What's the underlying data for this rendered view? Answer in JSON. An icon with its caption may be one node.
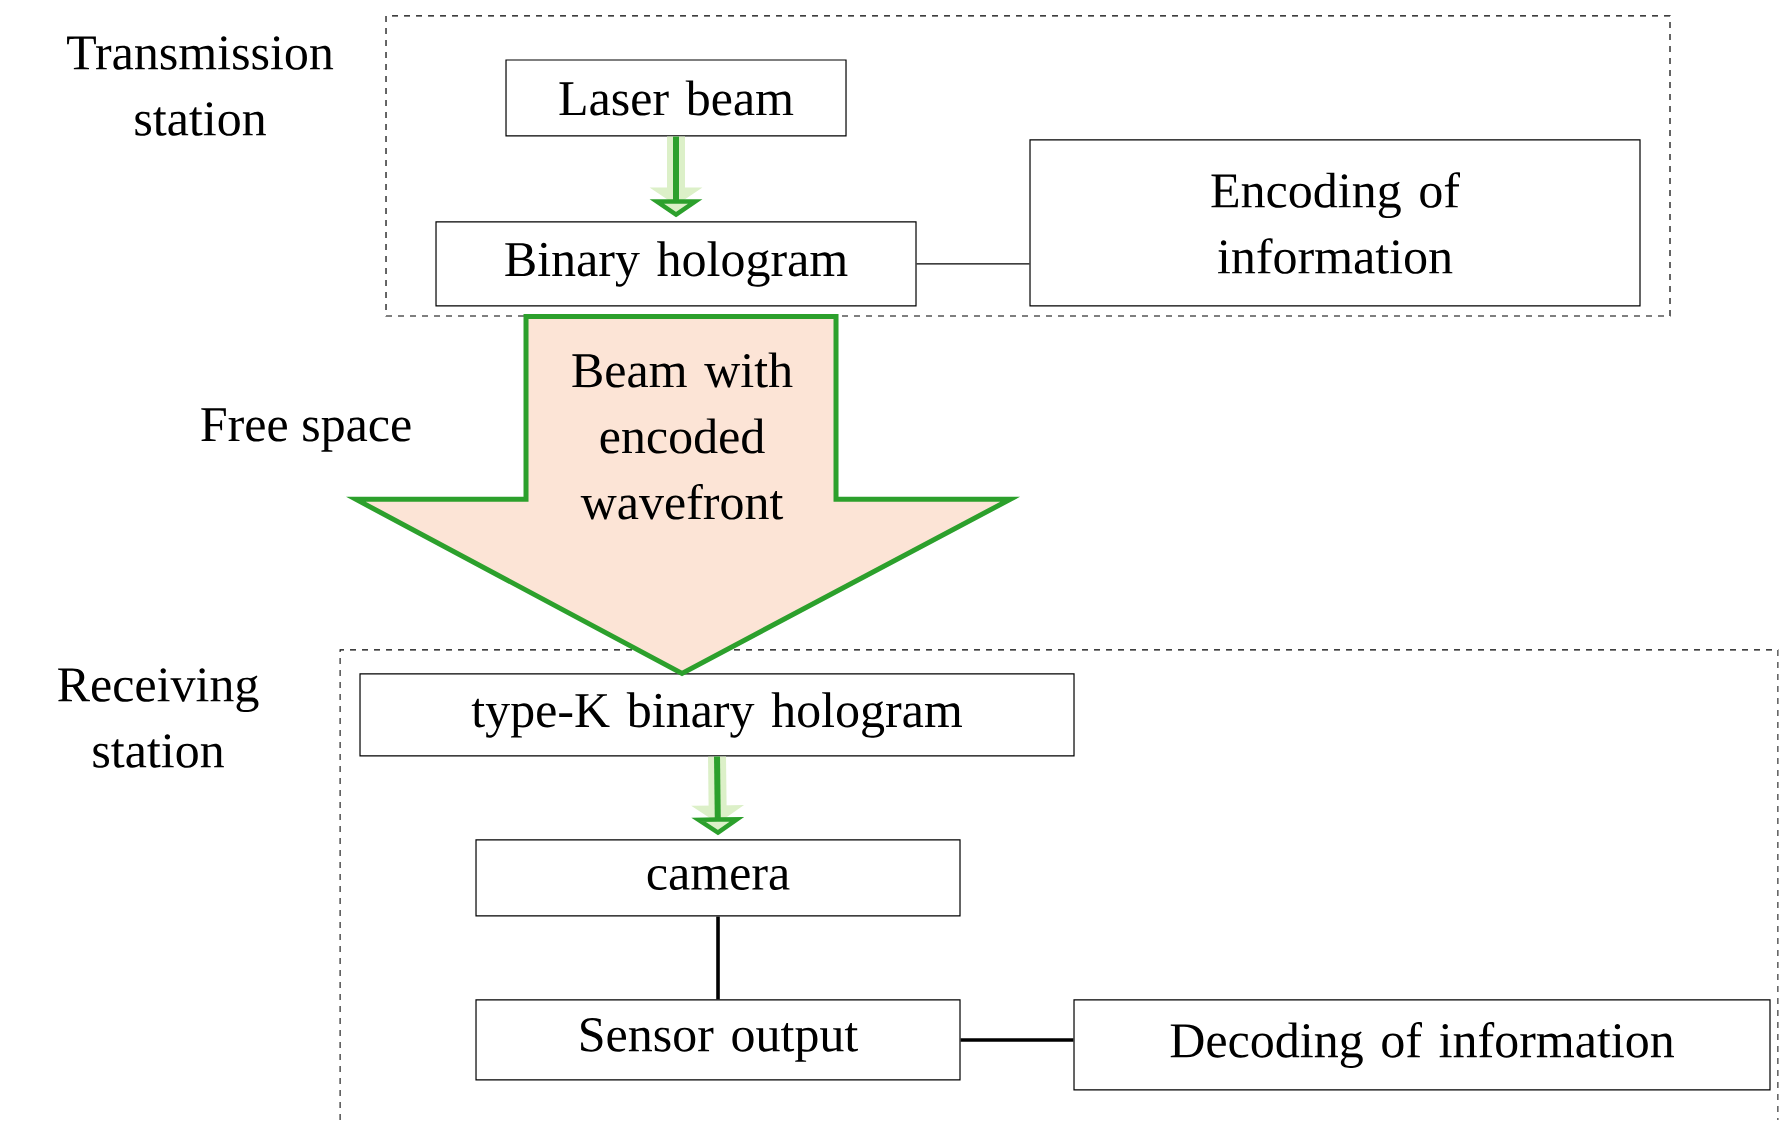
{
  "diagram": {
    "nodes": [
      {
        "text": [
          "Transmission station"
        ]
      },
      {
        "text": [
          "Laser beam"
        ],
        "in": 0
      },
      {
        "text": [
          "Binary hologram"
        ],
        "in": 0
      },
      {
        "text": [
          "Encoding of information"
        ],
        "in": 0
      },
      {
        "text": [
          "Receiving station"
        ]
      },
      {
        "text": [
          "type-K binary hologram"
        ],
        "in": 4
      },
      {
        "text": [
          "camera"
        ],
        "in": 4
      },
      {
        "text": [
          "Sensor output"
        ],
        "in": 4
      },
      {
        "text": [
          "Decoding of information"
        ],
        "in": 4
      }
    ],
    "edges": [
      {
        "from": 1,
        "to": 2,
        "arrow": "to",
        "color": "#2ca02c"
      },
      {
        "from": 2,
        "to": 3,
        "arrow": "none"
      },
      {
        "from": 2,
        "to": 5,
        "arrow": "to",
        "label": "Beam with encoded wavefront",
        "style": "thick",
        "color": "#2ca02c"
      },
      {
        "from": 5,
        "to": 6,
        "arrow": "to",
        "color": "#2ca02c"
      },
      {
        "from": 6,
        "to": 7,
        "arrow": "none"
      },
      {
        "from": 7,
        "to": 8,
        "arrow": "none"
      }
    ],
    "labels": [
      "Free space"
    ]
  }
}
